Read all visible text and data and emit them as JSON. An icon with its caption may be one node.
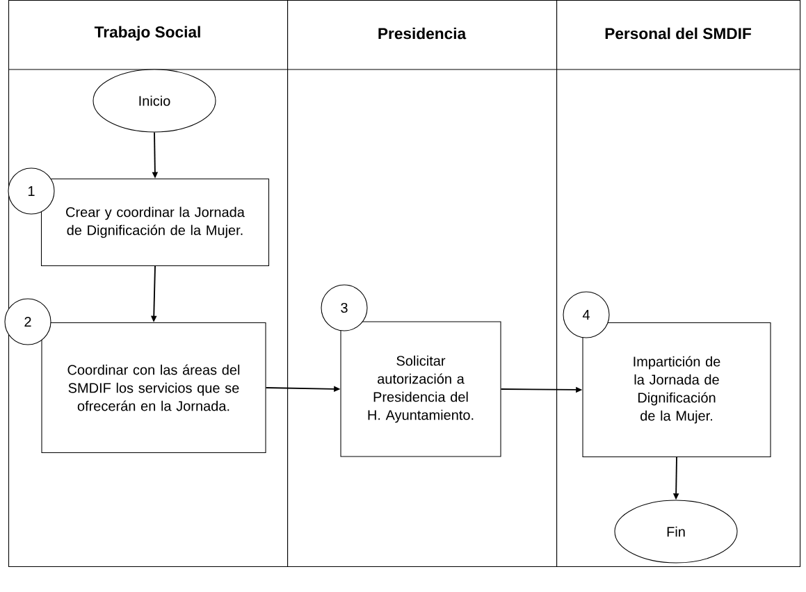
{
  "diagram": {
    "nodes": [
      {
        "text": [
          "Trabajo Social"
        ]
      },
      {
        "text": [
          "Presidencia"
        ]
      },
      {
        "text": [
          "Personal del SMDIF"
        ]
      },
      {
        "text": [
          "Inicio"
        ],
        "in": 0
      },
      {
        "text": [
          "1"
        ],
        "in": 0
      },
      {
        "text": [
          "Crear y coordinar la Jornada de Dignificación de la Mujer."
        ],
        "in": 0
      },
      {
        "text": [
          "2"
        ],
        "in": 0
      },
      {
        "text": [
          "Coordinar con las áreas del SMDIF los servicios que se ofrecerán en la Jornada."
        ],
        "in": 0
      },
      {
        "text": [
          "3"
        ],
        "in": 1
      },
      {
        "text": [
          "Solicitar autorización a Presidencia del H. Ayuntamiento."
        ],
        "in": 1
      },
      {
        "text": [
          "4"
        ],
        "in": 2
      },
      {
        "text": [
          "Impartición de la Jornada de Dignificación de la Mujer."
        ],
        "in": 2
      },
      {
        "text": [
          "Fin"
        ],
        "in": 2
      }
    ],
    "edges": [
      {
        "from": 3,
        "to": 5,
        "arrow": "to"
      },
      {
        "from": 5,
        "to": 7,
        "arrow": "to"
      },
      {
        "from": 7,
        "to": 9,
        "arrow": "to"
      },
      {
        "from": 9,
        "to": 11,
        "arrow": "to"
      },
      {
        "from": 11,
        "to": 12,
        "arrow": "to"
      }
    ]
  }
}
